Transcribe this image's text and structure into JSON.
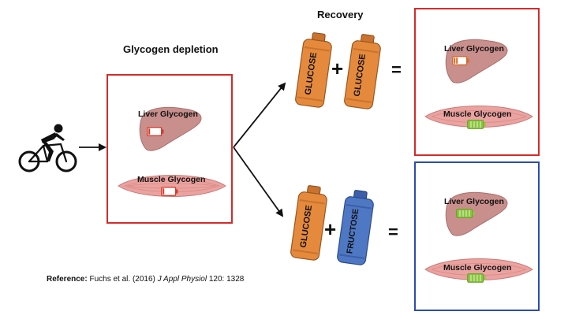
{
  "headings": {
    "depletion": "Glycogen depletion",
    "recovery": "Recovery"
  },
  "organs": {
    "liver": "Liver Glycogen",
    "muscle": "Muscle Glycogen"
  },
  "bottles": {
    "glucose": "GLUCOSE",
    "fructose": "FRUCTOSE"
  },
  "operators": {
    "plus": "+",
    "equals": "="
  },
  "reference": {
    "label": "Reference:",
    "authors": "Fuchs et al. (2016)",
    "journal": "J Appl Physiol",
    "citation": "120: 1328"
  },
  "colors": {
    "depleted_box": "#d42b2b",
    "recovery_box_glucose": "#d42b2b",
    "recovery_box_fructose": "#2a4db3",
    "battery_low": "#d83a2a",
    "battery_mid": "#d9692a",
    "battery_full": "#8cc63f",
    "glucose_bottle": "#e58a3c",
    "fructose_bottle": "#4f78c4",
    "liver": "#c98f8c",
    "muscle": "#eaa3a0"
  },
  "battery_levels": {
    "depleted_liver": 0.1,
    "depleted_muscle": 0.1,
    "glucose_liver": 0.35,
    "glucose_muscle": 1.0,
    "glucose_fructose_liver": 1.0,
    "glucose_fructose_muscle": 1.0
  }
}
